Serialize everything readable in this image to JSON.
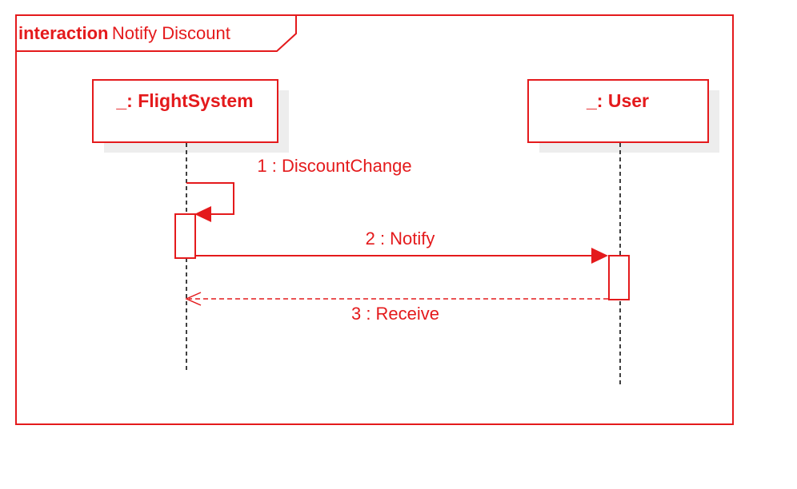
{
  "colors": {
    "stroke": "#e41a1c",
    "text": "#e41a1c",
    "shadow": "#ededed",
    "background": "#ffffff"
  },
  "frame": {
    "keyword": "interaction",
    "name": "Notify Discount"
  },
  "lifelines": [
    {
      "id": "flightsystem",
      "title": "_: FlightSystem"
    },
    {
      "id": "user",
      "title": "_: User"
    }
  ],
  "messages": [
    {
      "number": "1",
      "label": "1 : DiscountChange",
      "from": "flightsystem",
      "to": "flightsystem",
      "kind": "self-call"
    },
    {
      "number": "2",
      "label": "2 : Notify",
      "from": "flightsystem",
      "to": "user",
      "kind": "synchronous"
    },
    {
      "number": "3",
      "label": "3 : Receive",
      "from": "user",
      "to": "flightsystem",
      "kind": "reply"
    }
  ]
}
